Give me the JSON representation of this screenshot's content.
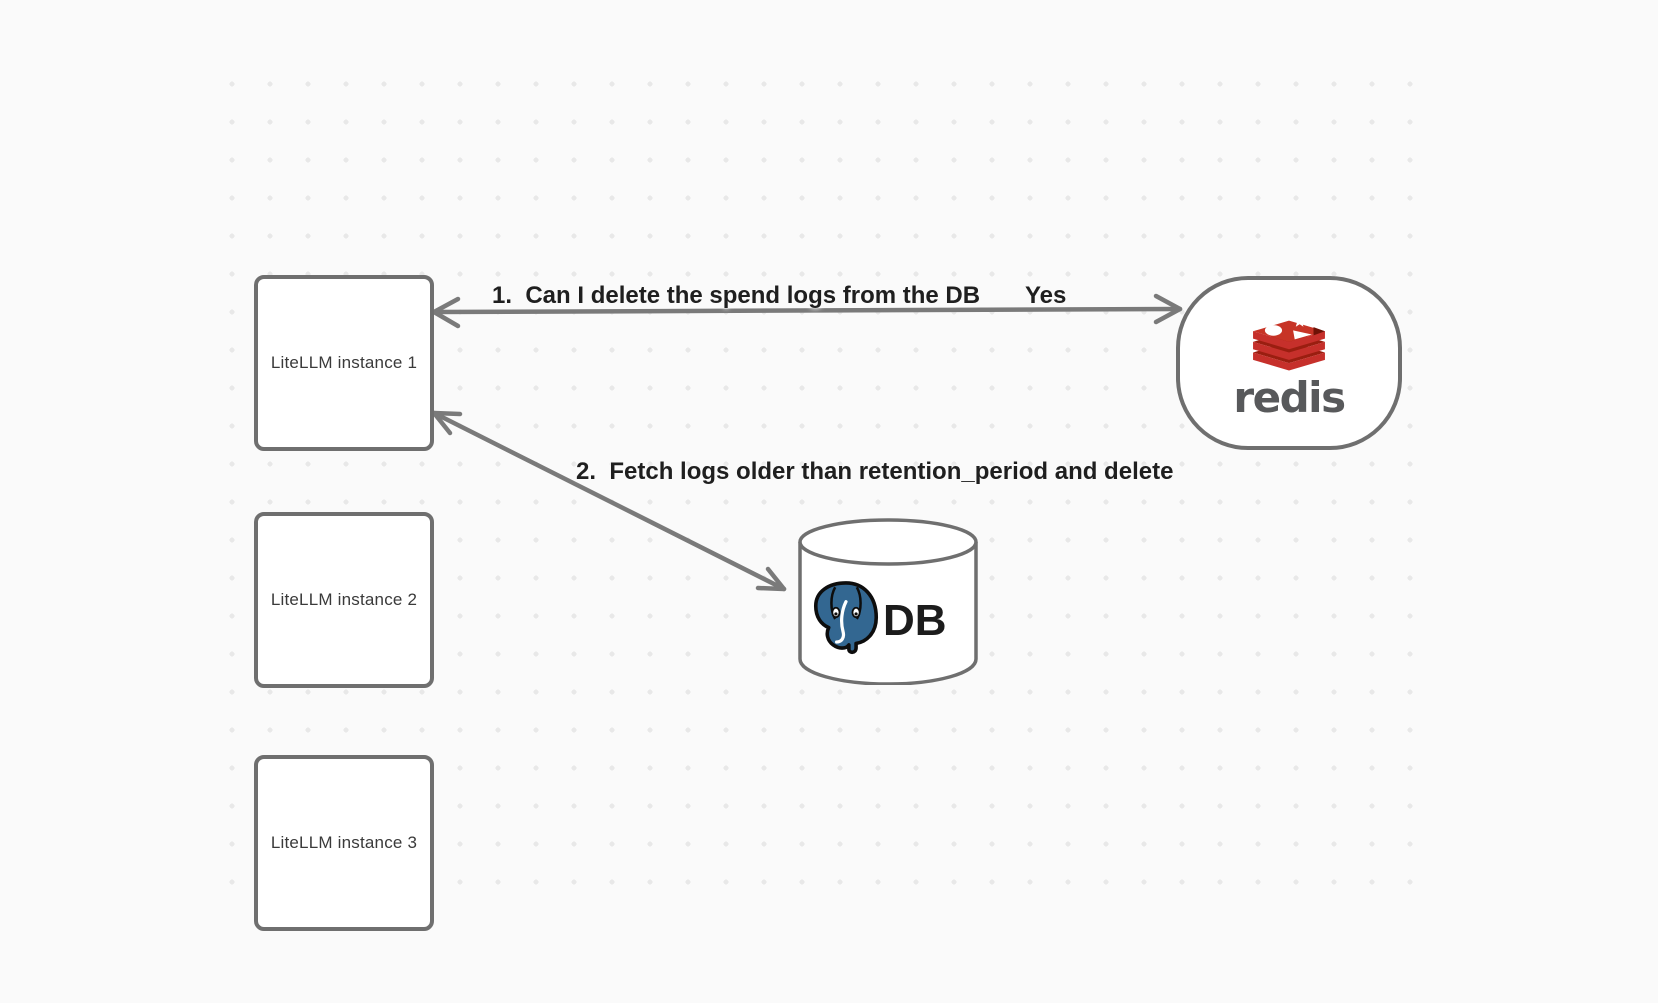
{
  "nodes": {
    "litellm1": {
      "label": "LiteLLM instance 1"
    },
    "litellm2": {
      "label": "LiteLLM instance 2"
    },
    "litellm3": {
      "label": "LiteLLM instance 3"
    },
    "redis": {
      "label": "redis"
    },
    "db": {
      "label": "DB"
    }
  },
  "edges": {
    "edge1": {
      "label": "1.  Can I delete the spend logs from the DB",
      "response": "Yes"
    },
    "edge2": {
      "label": "2.  Fetch logs older than retention_period and delete"
    }
  },
  "colors": {
    "background": "#fafafa",
    "grid_dot": "#e8e8e8",
    "node_border": "#6f6f6f",
    "arrow": "#7a7a7a",
    "text": "#1f1f1f",
    "redis_red": "#c6302b",
    "redis_red_top": "#c73426",
    "redis_dark_red": "#9a1e10",
    "redis_notch": "#6e1206",
    "redis_wordmark": "#58595b",
    "postgres_blue": "#336791",
    "outline_black": "#0d0d0d"
  }
}
